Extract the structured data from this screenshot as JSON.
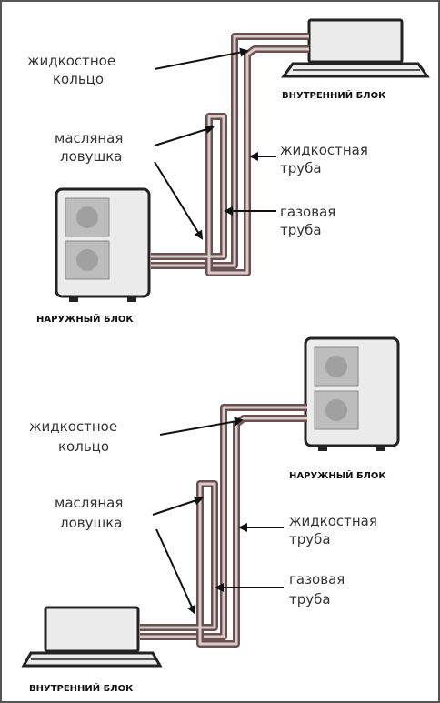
{
  "top": {
    "label_ring": [
      "жидкостное",
      "кольцо"
    ],
    "label_trap": [
      "масляная",
      "ловушка"
    ],
    "label_liquid_pipe": [
      "жидкостная",
      "труба"
    ],
    "label_gas_pipe": [
      "газовая",
      "труба"
    ],
    "indoor_caption": "ВНУТРЕННИЙ БЛОК",
    "outdoor_caption": "НАРУЖНЫЙ БЛОК"
  },
  "bottom": {
    "label_ring": [
      "жидкостное",
      "кольцо"
    ],
    "label_trap": [
      "масляная",
      "ловушка"
    ],
    "label_liquid_pipe": [
      "жидкостная",
      "труба"
    ],
    "label_gas_pipe": [
      "газовая",
      "труба"
    ],
    "outdoor_caption": "НАРУЖНЫЙ БЛОК",
    "indoor_caption": "ВНУТРЕННИЙ БЛОК"
  },
  "colors": {
    "pipe": "#6b5050",
    "pipe_inner": "#d9cccc",
    "unit": "#ececec",
    "outline": "#222222"
  }
}
